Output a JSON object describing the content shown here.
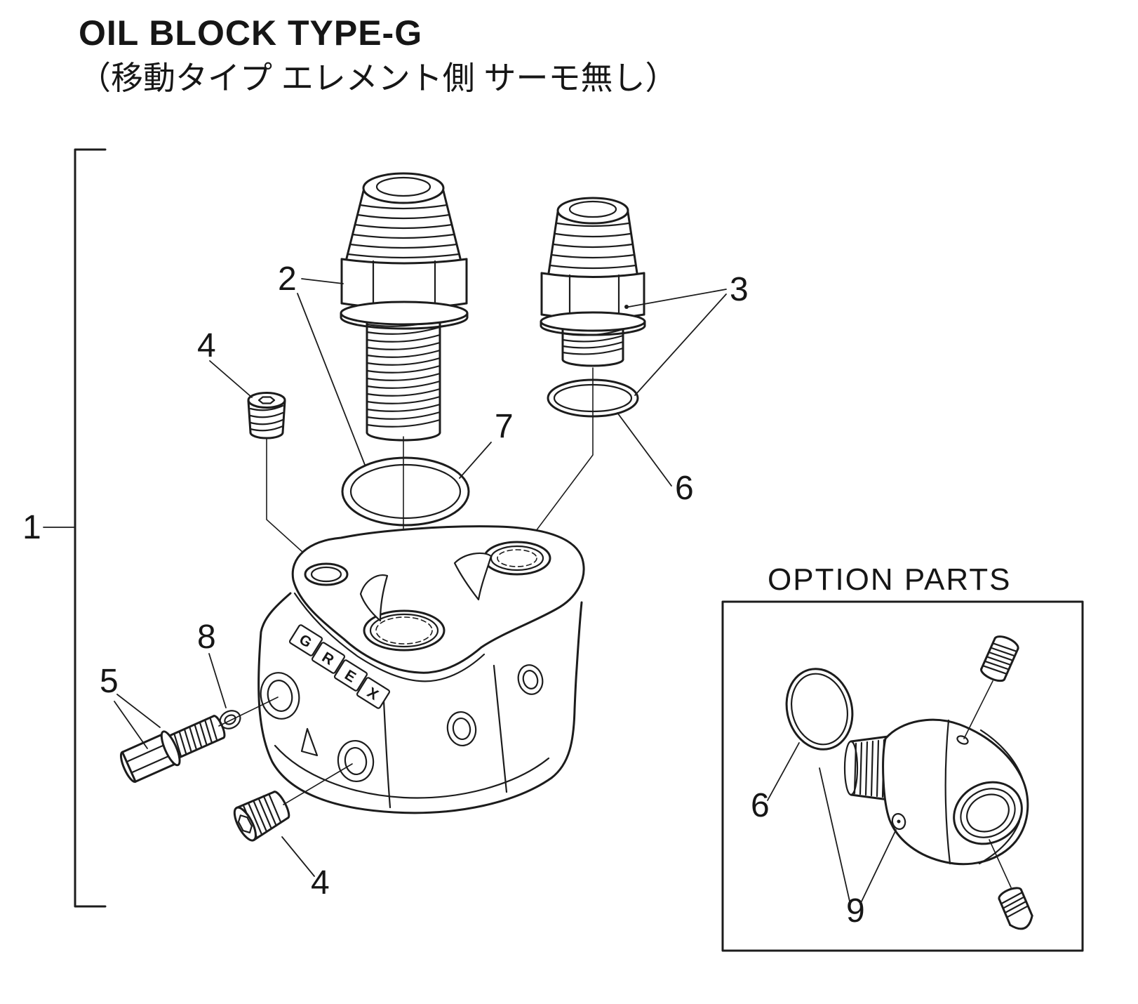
{
  "title": {
    "line1": "OIL BLOCK TYPE-G",
    "line2": "（移動タイプ エレメント側 サーモ無し）"
  },
  "option_parts": {
    "title": "OPTION PARTS"
  },
  "logo": {
    "letters": [
      "G",
      "R",
      "E",
      "X"
    ]
  },
  "callouts": {
    "assembly": "1",
    "center_fitting": "2",
    "side_fitting": "3",
    "plug_upper": "4",
    "plug_lower": "4",
    "relief_bolt": "5",
    "oring_small": "6",
    "oring_large": "7",
    "washer": "8",
    "option_oring": "6",
    "option_plugs": "9"
  },
  "colors": {
    "line": "#1c1c1c",
    "background": "#ffffff"
  }
}
